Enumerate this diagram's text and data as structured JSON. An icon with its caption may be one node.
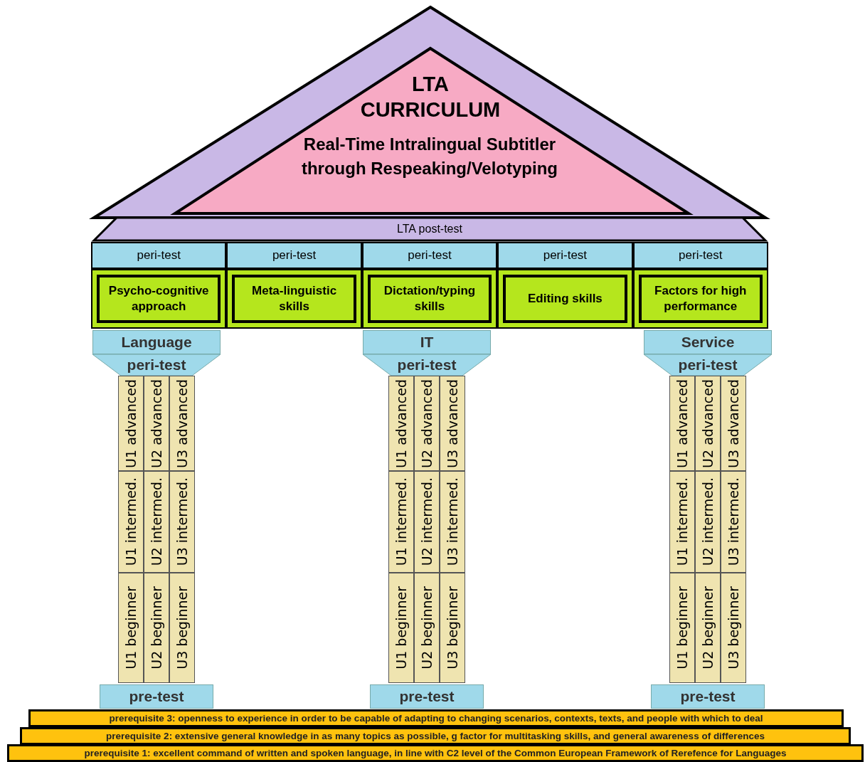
{
  "diagram": {
    "nodes": [
      {
        "text": [
          "LTA CURRICULUM",
          "Real-Time Intralingual Subtitler through Respeaking/Velotyping"
        ]
      },
      {
        "text": [
          "LTA post-test"
        ]
      },
      {
        "text": [
          "peri-test"
        ]
      },
      {
        "text": [
          "peri-test"
        ]
      },
      {
        "text": [
          "peri-test"
        ]
      },
      {
        "text": [
          "peri-test"
        ]
      },
      {
        "text": [
          "peri-test"
        ]
      },
      {
        "text": [
          "Psycho-cognitive approach"
        ]
      },
      {
        "text": [
          "Meta-linguistic skills"
        ]
      },
      {
        "text": [
          "Dictation/typing skills"
        ]
      },
      {
        "text": [
          "Editing skills"
        ]
      },
      {
        "text": [
          "Factors for high performance"
        ]
      },
      {
        "text": [
          "Language"
        ]
      },
      {
        "text": [
          "peri-test"
        ]
      },
      {
        "text": [
          "U1 advanced"
        ]
      },
      {
        "text": [
          "U2 advanced"
        ]
      },
      {
        "text": [
          "U3 advanced"
        ]
      },
      {
        "text": [
          "U1 intermed."
        ]
      },
      {
        "text": [
          "U2 intermed."
        ]
      },
      {
        "text": [
          "U3 intermed."
        ]
      },
      {
        "text": [
          "U1 beginner"
        ]
      },
      {
        "text": [
          "U2 beginner"
        ]
      },
      {
        "text": [
          "U3 beginner"
        ]
      },
      {
        "text": [
          "pre-test"
        ]
      },
      {
        "text": [
          "IT"
        ]
      },
      {
        "text": [
          "peri-test"
        ]
      },
      {
        "text": [
          "U1 advanced"
        ]
      },
      {
        "text": [
          "U2 advanced"
        ]
      },
      {
        "text": [
          "U3 advanced"
        ]
      },
      {
        "text": [
          "U1 intermed."
        ]
      },
      {
        "text": [
          "U2 intermed."
        ]
      },
      {
        "text": [
          "U3 intermed."
        ]
      },
      {
        "text": [
          "U1 beginner"
        ]
      },
      {
        "text": [
          "U2 beginner"
        ]
      },
      {
        "text": [
          "U3 beginner"
        ]
      },
      {
        "text": [
          "pre-test"
        ]
      },
      {
        "text": [
          "Service"
        ]
      },
      {
        "text": [
          "peri-test"
        ]
      },
      {
        "text": [
          "U1 advanced"
        ]
      },
      {
        "text": [
          "U2 advanced"
        ]
      },
      {
        "text": [
          "U3 advanced"
        ]
      },
      {
        "text": [
          "U1 intermed."
        ]
      },
      {
        "text": [
          "U2 intermed."
        ]
      },
      {
        "text": [
          "U3 intermed."
        ]
      },
      {
        "text": [
          "U1 beginner"
        ]
      },
      {
        "text": [
          "U2 beginner"
        ]
      },
      {
        "text": [
          "U3 beginner"
        ]
      },
      {
        "text": [
          "pre-test"
        ]
      },
      {
        "text": [
          "prerequisite 3: openness to experience in order to be capable of adapting to changing scenarios, contexts, texts, and people with which to deal"
        ]
      },
      {
        "text": [
          "prerequisite 2: extensive general knowledge in as many topics as possible, g factor for multitasking skills, and general awareness of differences"
        ]
      },
      {
        "text": [
          "prerequisite 1: excellent command of written and spoken language, in line with C2 level of the Common European Framework of Rerefence for Languages"
        ]
      }
    ]
  }
}
